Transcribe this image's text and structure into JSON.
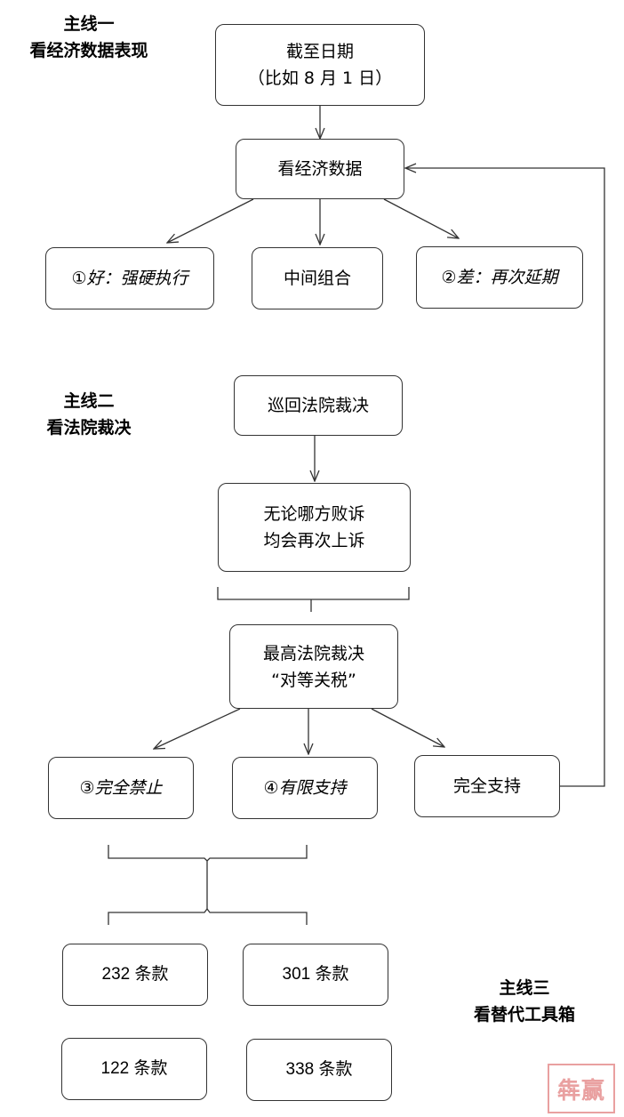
{
  "lines": {
    "line1": {
      "title": "主线一",
      "subtitle": "看经济数据表现"
    },
    "line2": {
      "title": "主线二",
      "subtitle": "看法院裁决"
    },
    "line3": {
      "title": "主线三",
      "subtitle": "看替代工具箱"
    }
  },
  "nodes": {
    "cutoff": {
      "line1": "截至日期",
      "line2": "（比如 8 月 1 日）"
    },
    "econ": "看经济数据",
    "good": "①好：强硬执行",
    "mixed": "中间组合",
    "bad": "②差：再次延期",
    "circuit": "巡回法院裁决",
    "appeal": {
      "line1": "无论哪方败诉",
      "line2": "均会再次上诉"
    },
    "supreme": {
      "line1": "最高法院裁决",
      "line2": "“对等关税”"
    },
    "ban": "③完全禁止",
    "limited": "④有限支持",
    "full": "完全支持",
    "c232": "232 条款",
    "c301": "301 条款",
    "c122": "122 条款",
    "c338": "338 条款"
  },
  "watermark": "犇赢"
}
